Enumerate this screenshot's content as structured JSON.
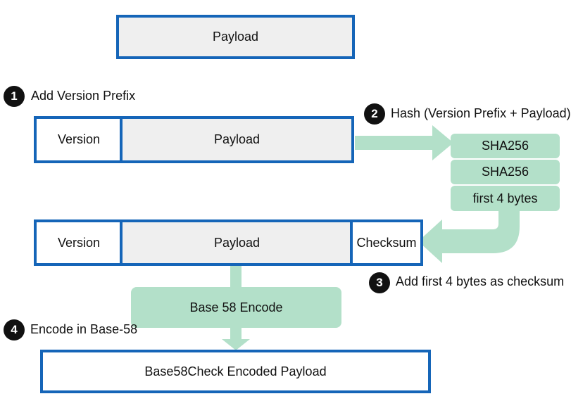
{
  "payload_top": "Payload",
  "steps": {
    "s1": {
      "num": "1",
      "label": "Add Version Prefix"
    },
    "s2": {
      "num": "2",
      "label": "Hash (Version Prefix + Payload)"
    },
    "s3": {
      "num": "3",
      "label": "Add first 4 bytes as checksum"
    },
    "s4": {
      "num": "4",
      "label": "Encode in Base-58"
    }
  },
  "row2": {
    "version": "Version",
    "payload": "Payload"
  },
  "hash": {
    "sha1": "SHA256",
    "sha2": "SHA256",
    "first4": "first 4 bytes"
  },
  "row3": {
    "version": "Version",
    "payload": "Payload",
    "checksum": "Checksum"
  },
  "encode": "Base 58 Encode",
  "result": "Base58Check Encoded Payload",
  "colors": {
    "border": "#1565b8",
    "fill_grey": "#efefef",
    "green": "#b3e0c9",
    "badge": "#111111"
  }
}
